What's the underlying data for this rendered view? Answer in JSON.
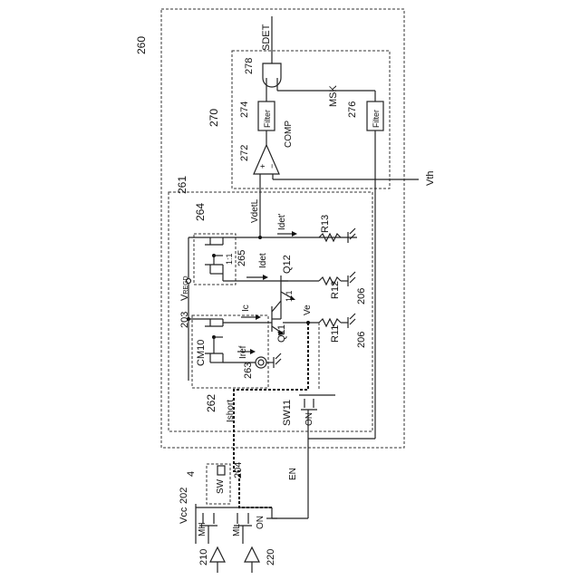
{
  "labels": {
    "ref_260": "260",
    "ref_261": "261",
    "ref_270": "270",
    "sdet": "SDET",
    "ref_278": "278",
    "msk": "MSK",
    "ref_274": "274",
    "filter_274": "Filter",
    "ref_276": "276",
    "filter_276": "Filter",
    "comp": "COMP",
    "ref_272": "272",
    "vth": "Vth",
    "ref_264": "264",
    "vdetl": "VdetL",
    "idet_prime": "Idet'",
    "r13": "R13",
    "ratio_top": "1:1",
    "ref_265": "265",
    "idet": "Idet",
    "q12": "Q12",
    "r12": "R12",
    "ref_206a": "206",
    "vregd_main": "V",
    "vregd_sub": "REGD",
    "ratio_mid": "1:1",
    "ref_203": "203",
    "ic": "Ic",
    "ve": "Ve",
    "q11": "Q11",
    "r11": "R11",
    "ref_206b": "206",
    "cm10": "CM10",
    "iref": "Iref",
    "ref_263": "263",
    "ref_262": "262",
    "ishort": "Ishort",
    "sw11": "SW11",
    "on_sw11": "ON",
    "ref_4": "4",
    "sw": "SW",
    "ref_204": "204",
    "en": "EN",
    "vcc": "Vcc",
    "ref_202": "202",
    "mh": "MH",
    "ml": "ML",
    "on_ml": "ON",
    "ref_210": "210",
    "ref_220": "220"
  }
}
